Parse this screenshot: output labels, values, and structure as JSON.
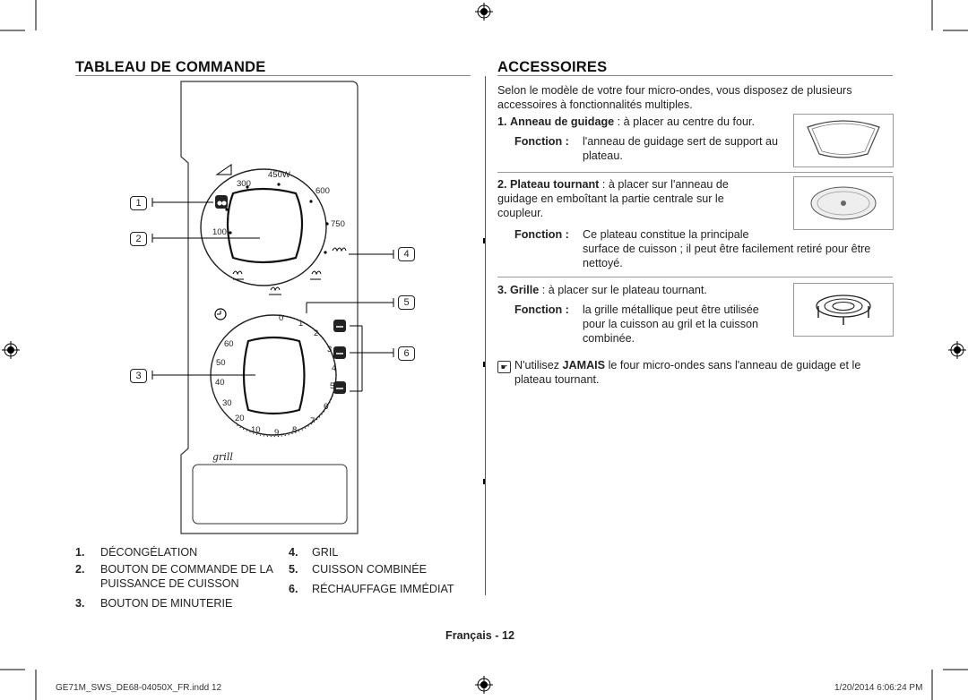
{
  "left": {
    "title": "TABLEAU DE COMMANDE",
    "callouts": [
      "1",
      "2",
      "3",
      "4",
      "5",
      "6"
    ],
    "dial1_ticks": {
      "t450": "450W",
      "t300": "300",
      "t600": "600",
      "t750": "750",
      "t100": "100"
    },
    "dial2_ticks": {
      "t0": "0",
      "t1": "1",
      "t2": "2",
      "t3": "3",
      "t4": "4",
      "t5": "5",
      "t6": "6",
      "t7": "7",
      "t8": "8",
      "t9": "9",
      "t10": "10",
      "t20": "20",
      "t30": "30",
      "t40": "40",
      "t50": "50",
      "t60": "60"
    },
    "grill_text": "grill",
    "legend": {
      "i1_num": "1.",
      "i1_text": "DÉCONGÉLATION",
      "i2_num": "2.",
      "i2_text": "BOUTON DE COMMANDE DE LA PUISSANCE DE CUISSON",
      "i3_num": "3.",
      "i3_text": "BOUTON DE MINUTERIE",
      "i4_num": "4.",
      "i4_text": "GRIL",
      "i5_num": "5.",
      "i5_text": "CUISSON COMBINÉE",
      "i6_num": "6.",
      "i6_text": "RÉCHAUFFAGE IMMÉDIAT"
    }
  },
  "right": {
    "title": "ACCESSOIRES",
    "intro": "Selon le modèle de votre four micro-ondes, vous disposez de plusieurs accessoires à fonctionnalités multiples.",
    "a1": {
      "num": "1.",
      "name": "Anneau de guidage",
      "rest": " : à placer au centre du four.",
      "fonction": "Fonction :",
      "desc": "l'anneau de guidage sert de support au plateau."
    },
    "a2": {
      "num": "2.",
      "name": "Plateau tournant",
      "rest": " : à placer sur l'anneau de guidage en emboîtant la partie centrale sur le coupleur.",
      "fonction": "Fonction :",
      "desc1": "Ce plateau constitue la principale",
      "desc2": "surface de cuisson ; il peut être facilement retiré pour être nettoyé."
    },
    "a3": {
      "num": "3.",
      "name": "Grille",
      "rest": " : à placer sur le plateau tournant.",
      "fonction": "Fonction :",
      "desc": "la grille métallique peut être utilisée pour la cuisson au gril et la cuisson combinée."
    },
    "note": {
      "pre": "N'utilisez ",
      "bold": "JAMAIS",
      "post": " le four micro-ondes sans l'anneau de guidage et le plateau tournant."
    }
  },
  "page_label": "Français - 12",
  "footer": {
    "file": "GE71M_SWS_DE68-04050X_FR.indd   12",
    "date": "1/20/2014   6:06:24 PM"
  }
}
